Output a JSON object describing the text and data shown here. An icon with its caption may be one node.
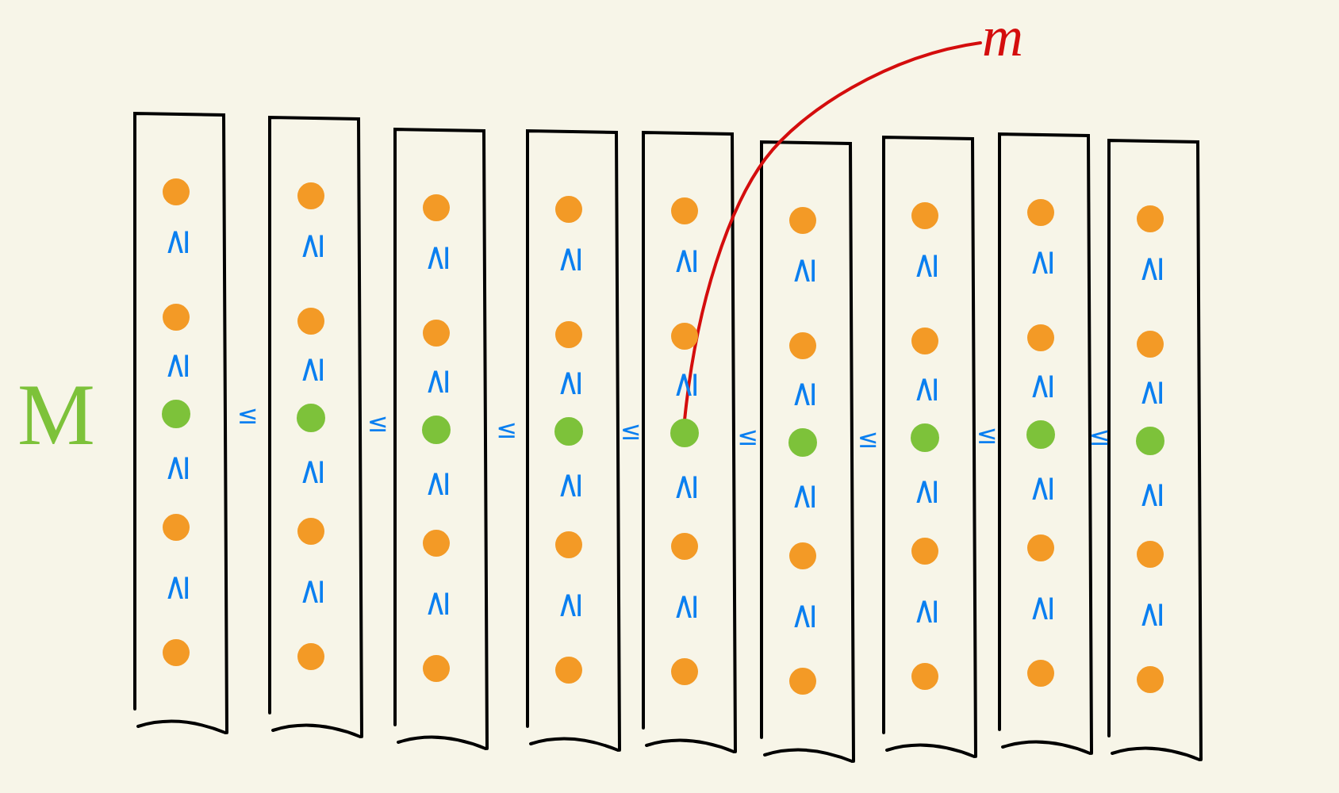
{
  "diagram": {
    "nodes": [
      {
        "text": [
          "m"
        ]
      },
      {
        "text": [],
        "shape": "circle"
      },
      {
        "text": [],
        "shape": "circle"
      },
      {
        "text": [],
        "shape": "circle"
      },
      {
        "text": [],
        "shape": "circle"
      },
      {
        "text": [],
        "shape": "circle"
      },
      {
        "text": [],
        "shape": "circle"
      },
      {
        "text": [],
        "shape": "circle"
      },
      {
        "text": [],
        "shape": "circle"
      },
      {
        "text": [],
        "shape": "circle"
      }
    ],
    "edges": [
      {
        "from": 0,
        "to": 5,
        "arrow": "none",
        "color": "#d40d0d"
      }
    ],
    "labels": [
      "≥",
      "≥",
      "≥",
      "≥",
      "≥",
      "≥",
      "≥",
      "≥",
      "≥",
      "≥",
      "≥",
      "≥",
      "≥",
      "≥",
      "≥",
      "≥",
      "≥",
      "≥",
      "M",
      "≤",
      "≤",
      "≤",
      "≤",
      "≤",
      "≤",
      "≤",
      "≤",
      "≥",
      "≥",
      "≥",
      "≥",
      "≥",
      "≥",
      "≥",
      "≥",
      "≥",
      "≥",
      "≥",
      "≥",
      "≥",
      "≥",
      "≥",
      "≥",
      "≥",
      "≥"
    ]
  }
}
